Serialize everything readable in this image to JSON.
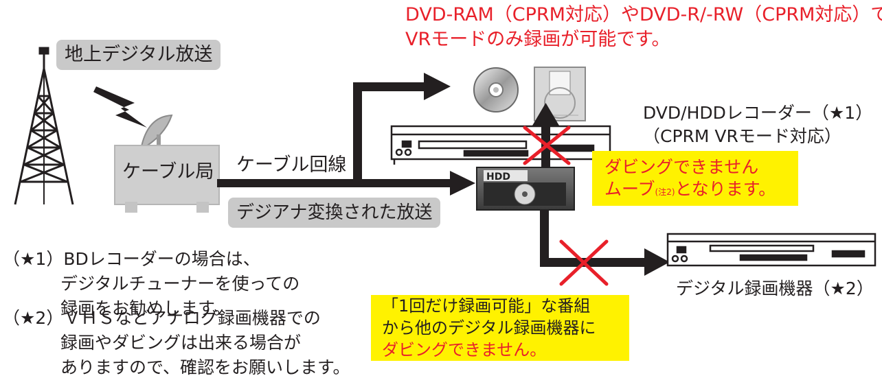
{
  "colors": {
    "red": "#e8202a",
    "yellow": "#fff200",
    "pill": "#c9c9c9",
    "black": "#231f20"
  },
  "top_note": {
    "line1": "DVD-RAM（CPRM対応）やDVD-R/-RW（CPRM対応）で",
    "line2": "VRモードのみ録画が可能です。"
  },
  "labels": {
    "terrestrial": "地上デジタル放送",
    "cable_station": "ケーブル局",
    "cable_line": "ケーブル回線",
    "converted": "デジアナ変換された放送",
    "hdd": "HDD",
    "recorder_title": "DVD/HDDレコーダー（★1）",
    "recorder_sub": "（CPRM VRモード対応）",
    "digital_recorder": "デジタル録画機器（★2）"
  },
  "yellow_right": {
    "line1": "ダビングできません",
    "line2_a": "ムーブ",
    "line2_note": "(注2)",
    "line2_b": "となります。"
  },
  "yellow_bottom": {
    "line1": "「1回だけ録画可能」な番組",
    "line2": "から他のデジタル録画機器に",
    "line3": "ダビングできません。"
  },
  "notes": {
    "n1_line1": "（★1）BDレコーダーの場合は、",
    "n1_line2": "デジタルチューナーを使っての",
    "n1_line3": "録画をお勧めします。",
    "n2_line1": "（★2）ＶＨＳなどアナログ録画機器での",
    "n2_line2": "録画やダビングは出来る場合が",
    "n2_line3": "ありますので、確認をお願いします。"
  },
  "icons": [
    "tower-icon",
    "lightning-icon",
    "dish-icon",
    "disc-icon",
    "dvd-ram-cartridge-icon",
    "dvd-recorder-icon",
    "hdd-icon",
    "digital-recorder-icon",
    "cross-icon"
  ]
}
